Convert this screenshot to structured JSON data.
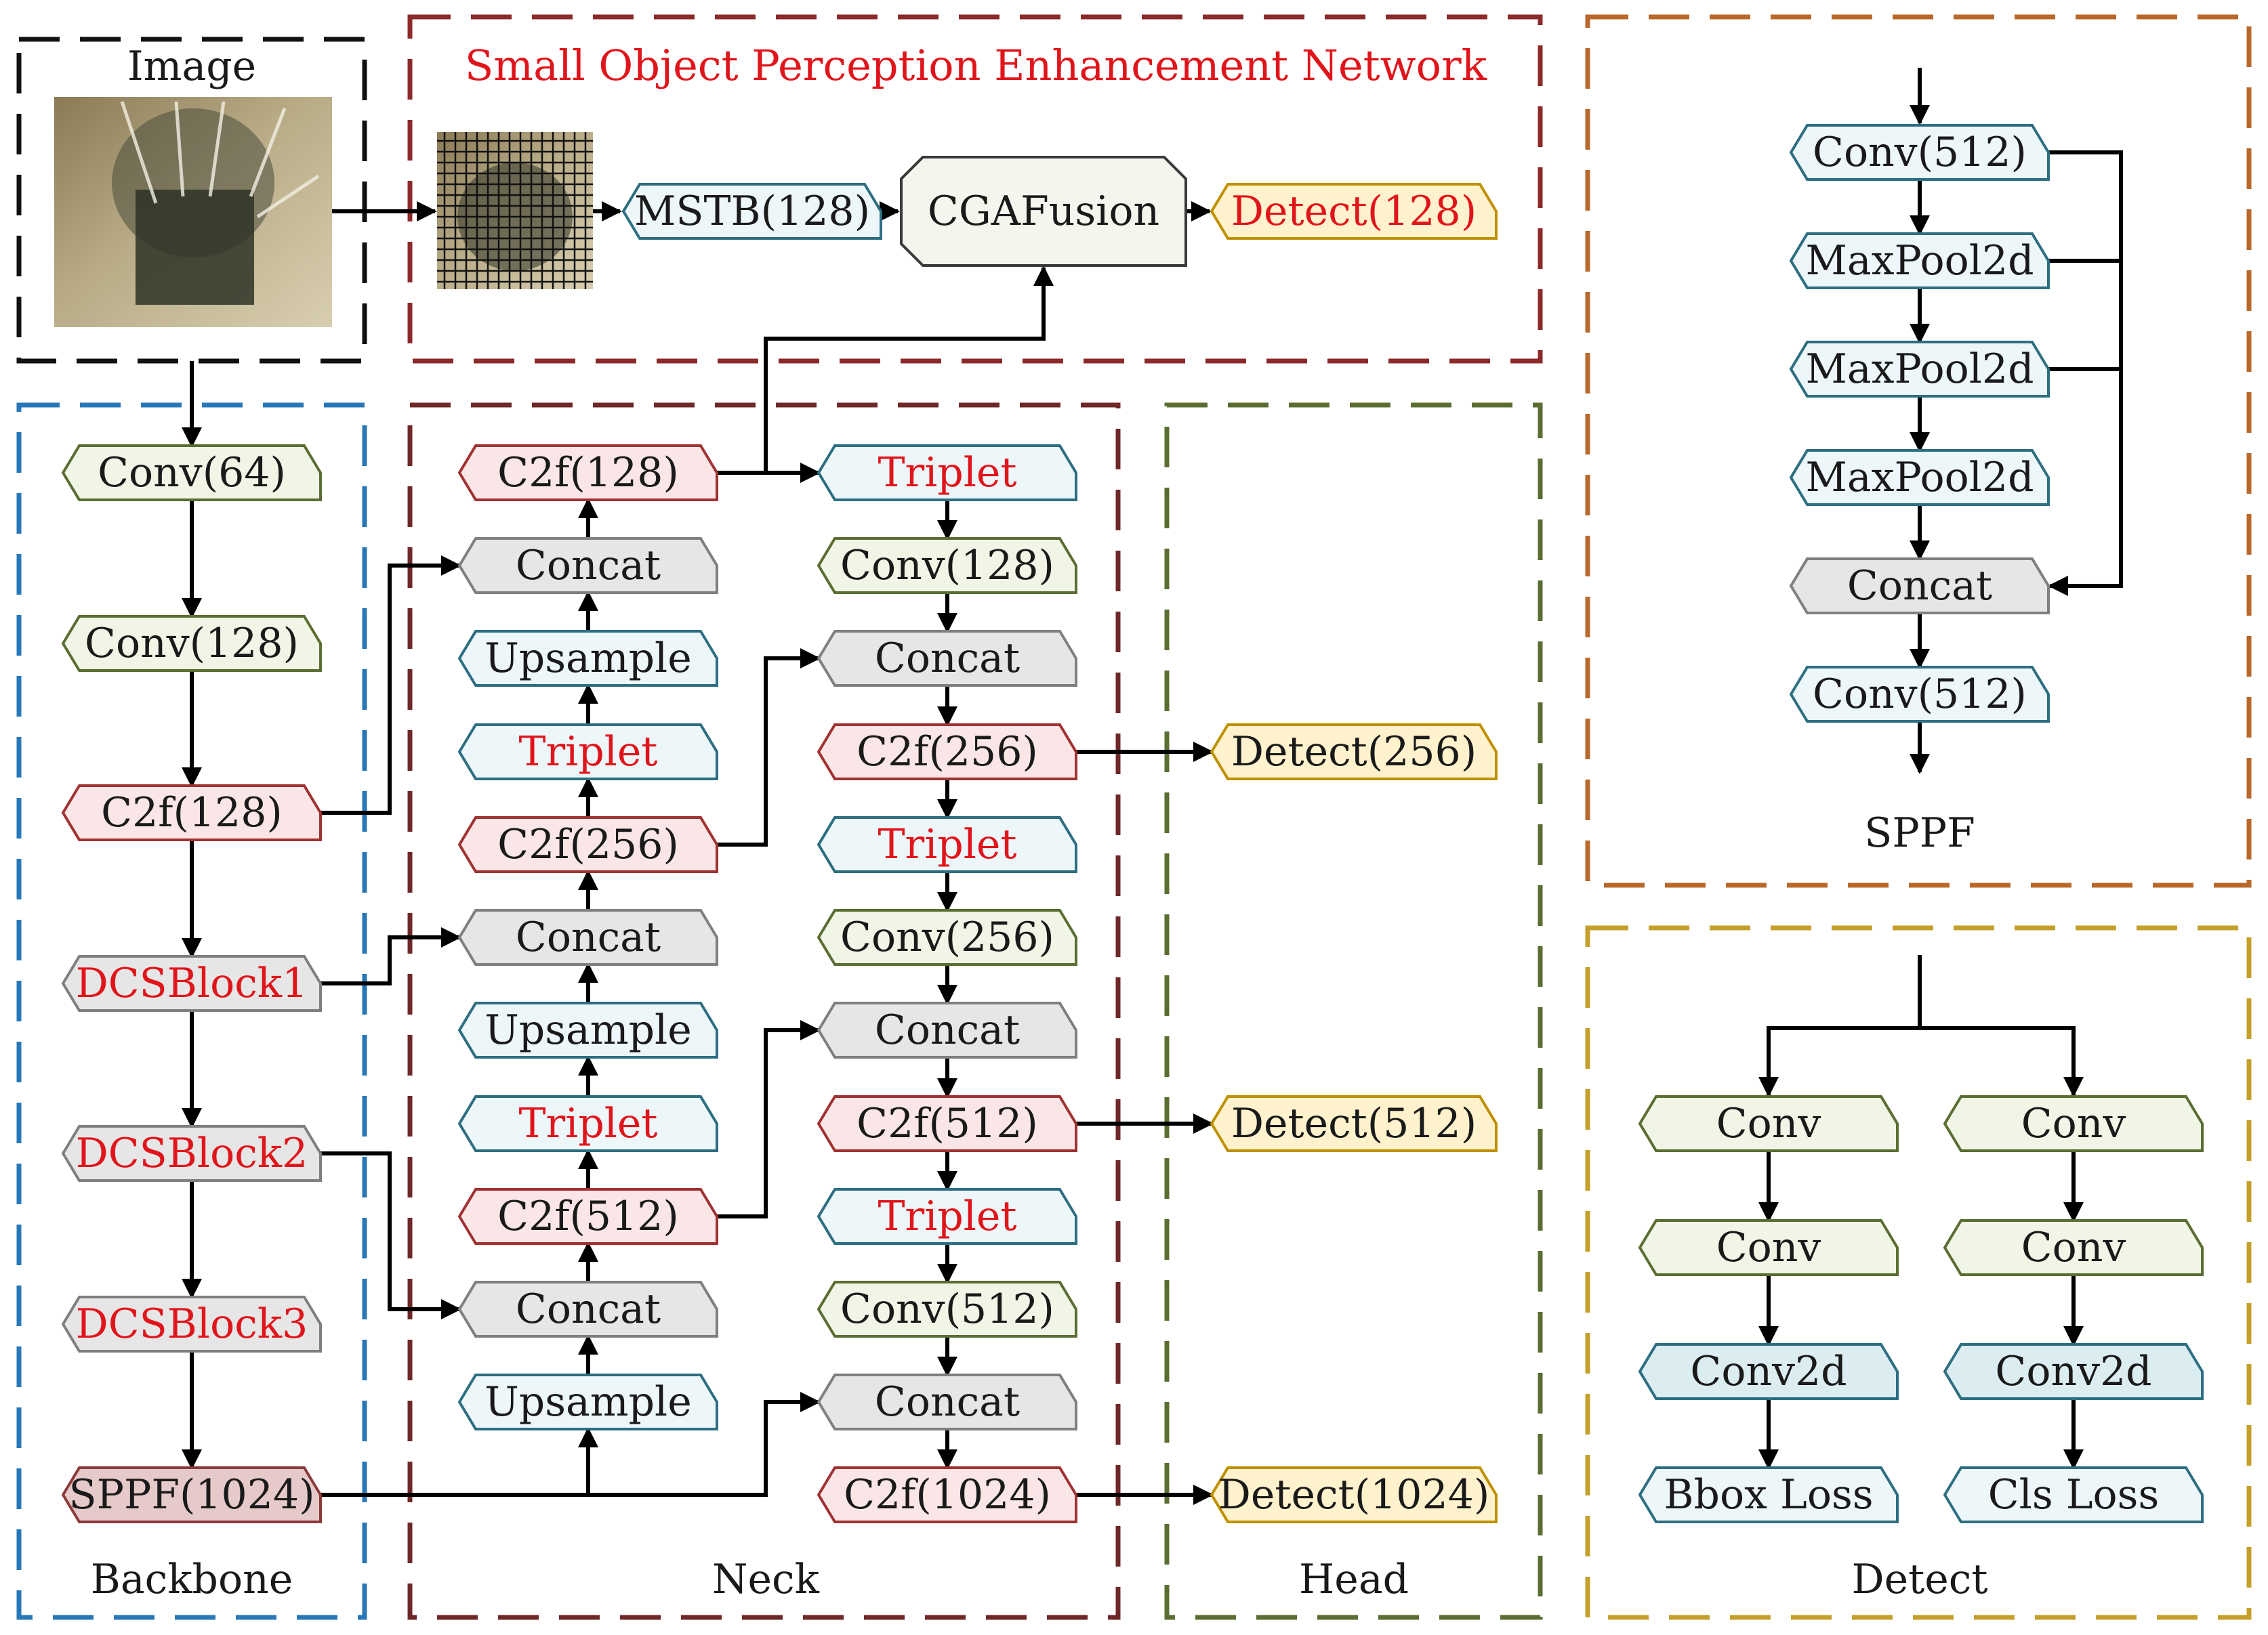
{
  "image_label": "Image",
  "sope": {
    "title": "Small Object Perception Enhancement Network",
    "mstb": "MSTB(128)",
    "fusion": "CGAFusion",
    "detect": "Detect(128)"
  },
  "backbone": {
    "title": "Backbone",
    "blocks": [
      "Conv(64)",
      "Conv(128)",
      "C2f(128)",
      "DCSBlock1",
      "DCSBlock2",
      "DCSBlock3",
      "SPPF(1024)"
    ]
  },
  "neck": {
    "title": "Neck",
    "left": [
      "C2f(128)",
      "Concat",
      "Upsample",
      "Triplet",
      "C2f(256)",
      "Concat",
      "Upsample",
      "Triplet",
      "C2f(512)",
      "Concat",
      "Upsample"
    ],
    "right": [
      "Triplet",
      "Conv(128)",
      "Concat",
      "C2f(256)",
      "Triplet",
      "Conv(256)",
      "Concat",
      "C2f(512)",
      "Triplet",
      "Conv(512)",
      "Concat",
      "C2f(1024)"
    ]
  },
  "head": {
    "title": "Head",
    "outputs": [
      "Detect(256)",
      "Detect(512)",
      "Detect(1024)"
    ]
  },
  "sppf": {
    "title": "SPPF",
    "blocks": [
      "Conv(512)",
      "MaxPool2d",
      "MaxPool2d",
      "MaxPool2d",
      "Concat",
      "Conv(512)"
    ]
  },
  "detect": {
    "title": "Detect",
    "left": [
      "Conv",
      "Conv",
      "Conv2d",
      "Bbox Loss"
    ],
    "right": [
      "Conv",
      "Conv",
      "Conv2d",
      "Cls Loss"
    ]
  },
  "colors": {
    "conv_fill": "#f0f5e6",
    "conv_stroke": "#5a6e32",
    "c2f_fill": "#fae6e6",
    "c2f_stroke": "#a03232",
    "gray_fill": "#e6e6e6",
    "gray_stroke": "#7f7f7f",
    "blue_fill": "#edf6f9",
    "blue_stroke": "#2d6e82",
    "detect_fill": "#fff2cc",
    "detect_stroke": "#bf9000",
    "sppfb_fill": "#e6c9c9",
    "sppfb_stroke": "#8b3a3a",
    "conv2d_fill": "#dcedf2",
    "highlight_text": "#e0151b"
  }
}
